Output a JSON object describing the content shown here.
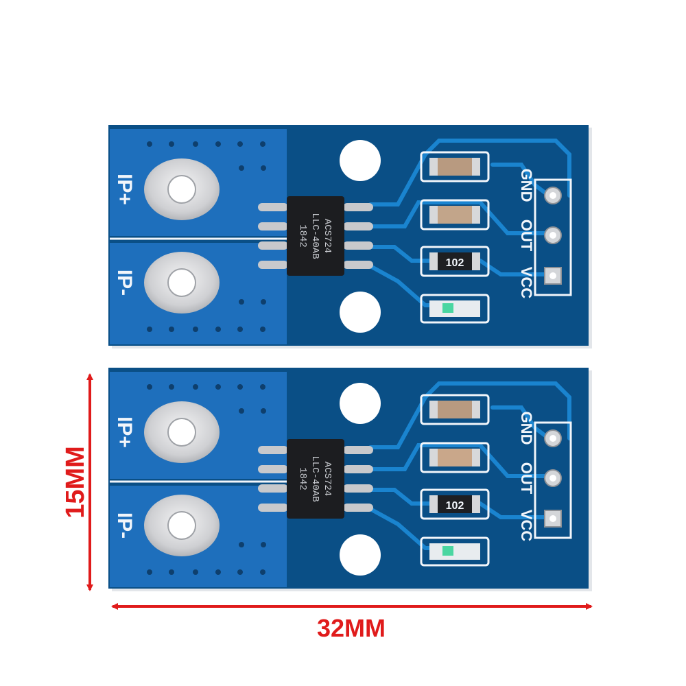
{
  "colors": {
    "board_dark": "#0a4f86",
    "board_light": "#1e6fbc",
    "copper_trace": "#1a84cf",
    "silkscreen": "#f2f6fb",
    "pad_metal": "#d9dadc",
    "chip_body": "#1c1d20",
    "dimension_red": "#e01b1b"
  },
  "boards": [
    {
      "pad_labels": {
        "positive": "IP+",
        "negative": "IP-"
      },
      "pin_labels": {
        "gnd": "GND",
        "out": "OUT",
        "vcc": "VCC"
      },
      "resistor_marking": "102",
      "chip_marking": [
        "ACS724",
        "LLC-40AB",
        "1842"
      ]
    },
    {
      "pad_labels": {
        "positive": "IP+",
        "negative": "IP-"
      },
      "pin_labels": {
        "gnd": "GND",
        "out": "OUT",
        "vcc": "VCC"
      },
      "resistor_marking": "102",
      "chip_marking": [
        "ACS724",
        "LLC-40AB",
        "1842"
      ]
    }
  ],
  "dimensions": {
    "height_label": "15MM",
    "width_label": "32MM"
  }
}
